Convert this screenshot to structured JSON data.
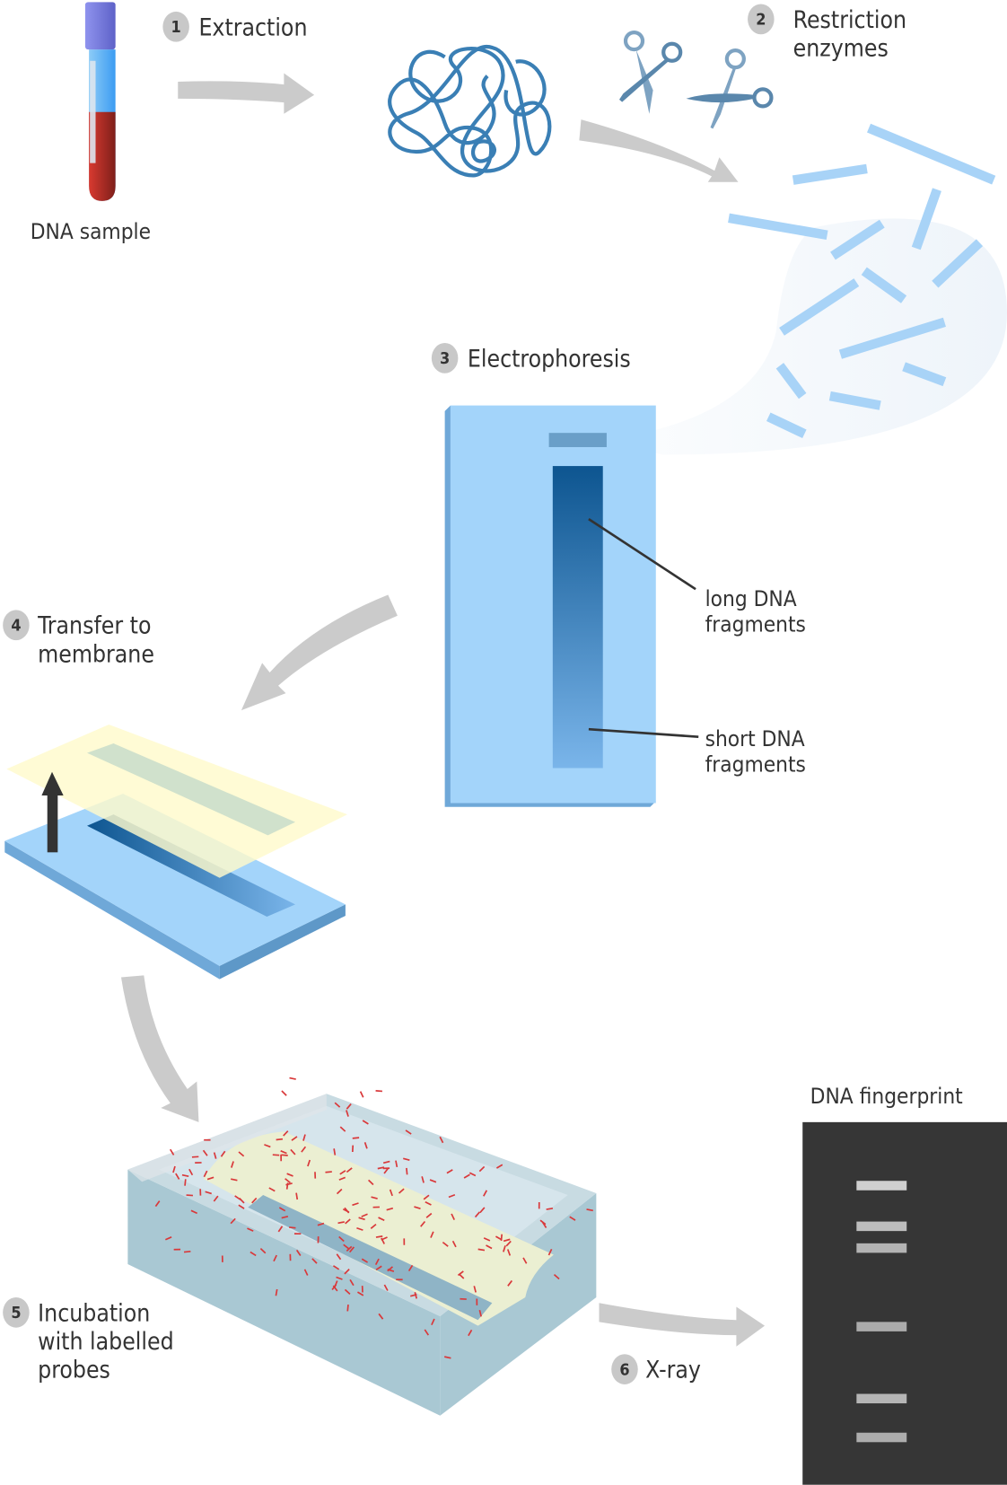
{
  "title": "DNA fingerprinting process",
  "sample_label": "DNA sample",
  "steps": [
    {
      "number": "1",
      "lines": [
        "Extraction"
      ]
    },
    {
      "number": "2",
      "lines": [
        "Restriction",
        "enzymes"
      ]
    },
    {
      "number": "3",
      "lines": [
        "Electrophoresis"
      ]
    },
    {
      "number": "4",
      "lines": [
        "Transfer to",
        "membrane"
      ]
    },
    {
      "number": "5",
      "lines": [
        "Incubation",
        "with labelled",
        "probes"
      ]
    },
    {
      "number": "6",
      "lines": [
        "X-ray"
      ]
    }
  ],
  "gel_labels": {
    "long": [
      "long DNA",
      "fragments"
    ],
    "short": [
      "short DNA",
      "fragments"
    ]
  },
  "result_label": "DNA fingerprint",
  "colors": {
    "arrow": "#cbcbcb",
    "dna": "#3a7fb5",
    "fragment": "#a8d3f7",
    "gel": "#a3d4fa",
    "membrane": "#fffacc",
    "probe": "#d9383a",
    "xray": "#363636"
  }
}
